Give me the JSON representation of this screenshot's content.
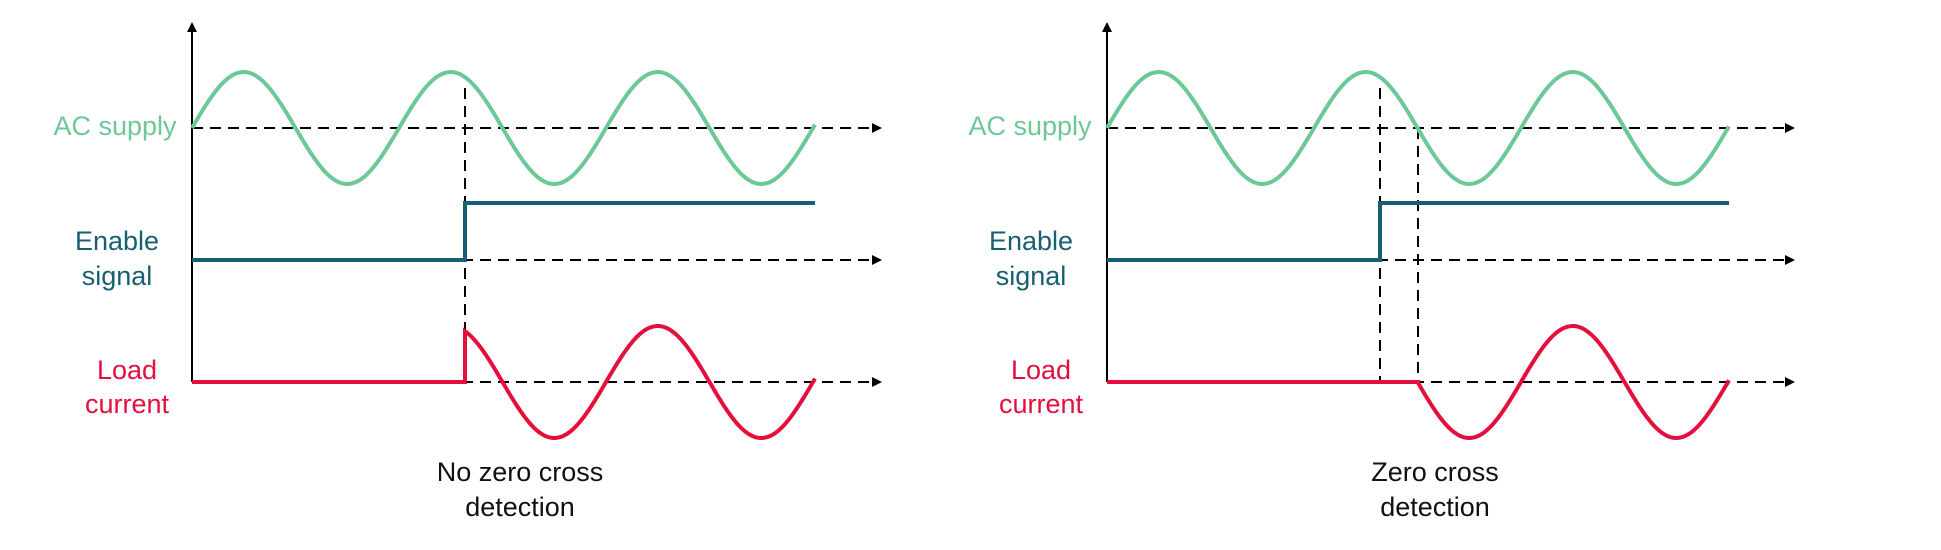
{
  "colors": {
    "ac_supply": "#6cc897",
    "enable_signal": "#175f72",
    "load_current": "#e40f3c",
    "axis": "#000000",
    "dashed": "#000000"
  },
  "panels": [
    {
      "ac_label": "AC supply",
      "enable_label_1": "Enable",
      "enable_label_2": "signal",
      "load_label_1": "Load",
      "load_label_2": "current",
      "caption_1": "No zero cross",
      "caption_2": "detection",
      "switch_on": "at enable signal (mid-cycle, at a peak)"
    },
    {
      "ac_label": "AC supply",
      "enable_label_1": "Enable",
      "enable_label_2": "signal",
      "load_label_1": "Load",
      "load_label_2": "current",
      "caption_1": "Zero cross",
      "caption_2": "detection",
      "switch_on": "delayed to next zero crossing"
    }
  ]
}
